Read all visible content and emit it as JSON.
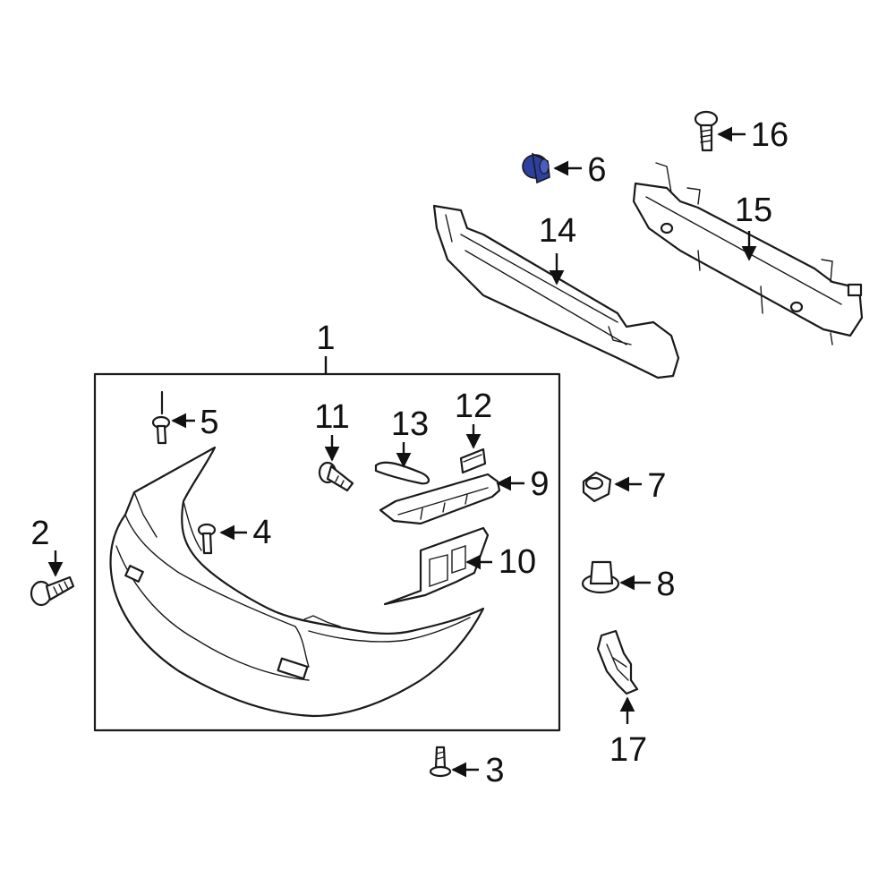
{
  "colors": {
    "line": "#1a1a1a",
    "background": "#ffffff",
    "highlight": "#2f3fa0"
  },
  "highlighted_part": "6",
  "callouts": {
    "c1": "1",
    "c2": "2",
    "c3": "3",
    "c4": "4",
    "c5": "5",
    "c6": "6",
    "c7": "7",
    "c8": "8",
    "c9": "9",
    "c10": "10",
    "c11": "11",
    "c12": "12",
    "c13": "13",
    "c14": "14",
    "c15": "15",
    "c16": "16",
    "c17": "17"
  }
}
